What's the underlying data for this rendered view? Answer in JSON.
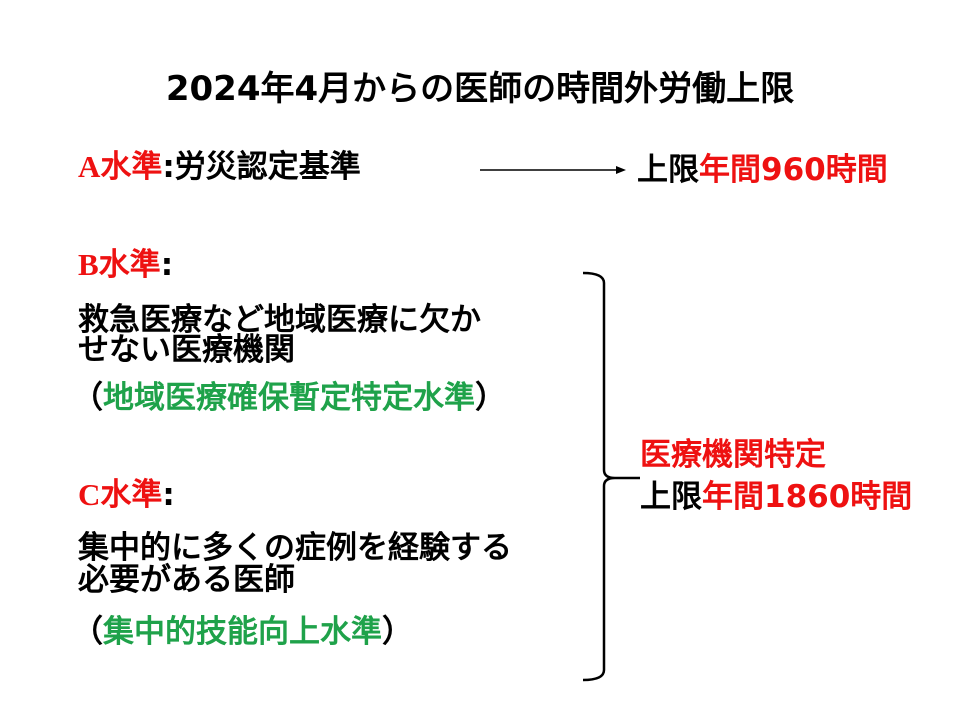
{
  "title": "2024年4月からの医師の時間外労働上限",
  "a_level": {
    "label": "A水準",
    "colon": ":",
    "description": "労災認定基準",
    "limit_prefix": "上限",
    "limit_value": "年間960時間"
  },
  "b_level": {
    "label": "B水準",
    "colon": ":",
    "description_line1": "救急医療など地域医療に欠か",
    "description_line2": "せない医療機関",
    "paren_open": "（",
    "official_name": "地域医療確保暫定特定水準",
    "paren_close": "）"
  },
  "c_level": {
    "label": "C水準",
    "colon": ":",
    "description_line1": "集中的に多くの症例を経験する",
    "description_line2": "必要がある医師",
    "paren_open": "（",
    "official_name": "集中的技能向上水準",
    "paren_close": "）"
  },
  "bc_limit": {
    "line1": "医療機関特定",
    "limit_prefix": "上限",
    "limit_value": "年間1860時間"
  },
  "colors": {
    "red": "#ee1111",
    "green": "#1fa24a",
    "text": "#000000"
  }
}
